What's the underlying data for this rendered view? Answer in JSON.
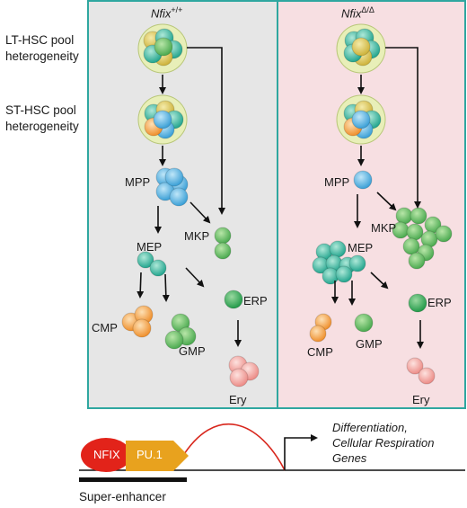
{
  "rows": {
    "lt_hsc": "LT-HSC pool heterogeneity",
    "st_hsc": "ST-HSC pool heterogeneity"
  },
  "panels": {
    "wildtype": {
      "genotype": "Nfix",
      "superscript": "+/+",
      "bg_color": "#e6e6e6",
      "labels": {
        "mpp": "MPP",
        "mkp": "MKP",
        "mep": "MEP",
        "erp": "ERP",
        "cmp": "CMP",
        "gmp": "GMP",
        "ery": "Ery"
      }
    },
    "knockout": {
      "genotype": "Nfix",
      "superscript": "Δ/Δ",
      "bg_color": "#f7dfe2",
      "labels": {
        "mpp": "MPP",
        "mkp": "MKP",
        "mep": "MEP",
        "erp": "ERP",
        "cmp": "CMP",
        "gmp": "GMP",
        "ery": "Ery"
      }
    }
  },
  "bottom": {
    "tf1": "NFIX",
    "tf2": "PU.1",
    "target": "Differentiation, Cellular Respiration Genes",
    "target_line1": "Differentiation,",
    "target_line2": "Cellular Respiration",
    "target_line3": "Genes",
    "enhancer": "Super-enhancer"
  },
  "colors": {
    "border": "#2fa7a0",
    "nfix": "#e2231a",
    "pu1": "#e8a21e",
    "loop": "#d8261c",
    "hsc_halo": "#e8efb8",
    "cell_green": "#6ac06a",
    "cell_blue": "#4fb3e0",
    "cell_teal": "#3fbfa8",
    "cell_orange": "#f3a24a",
    "cell_pink": "#f2a0a0",
    "cell_yellow": "#e0c84a"
  }
}
